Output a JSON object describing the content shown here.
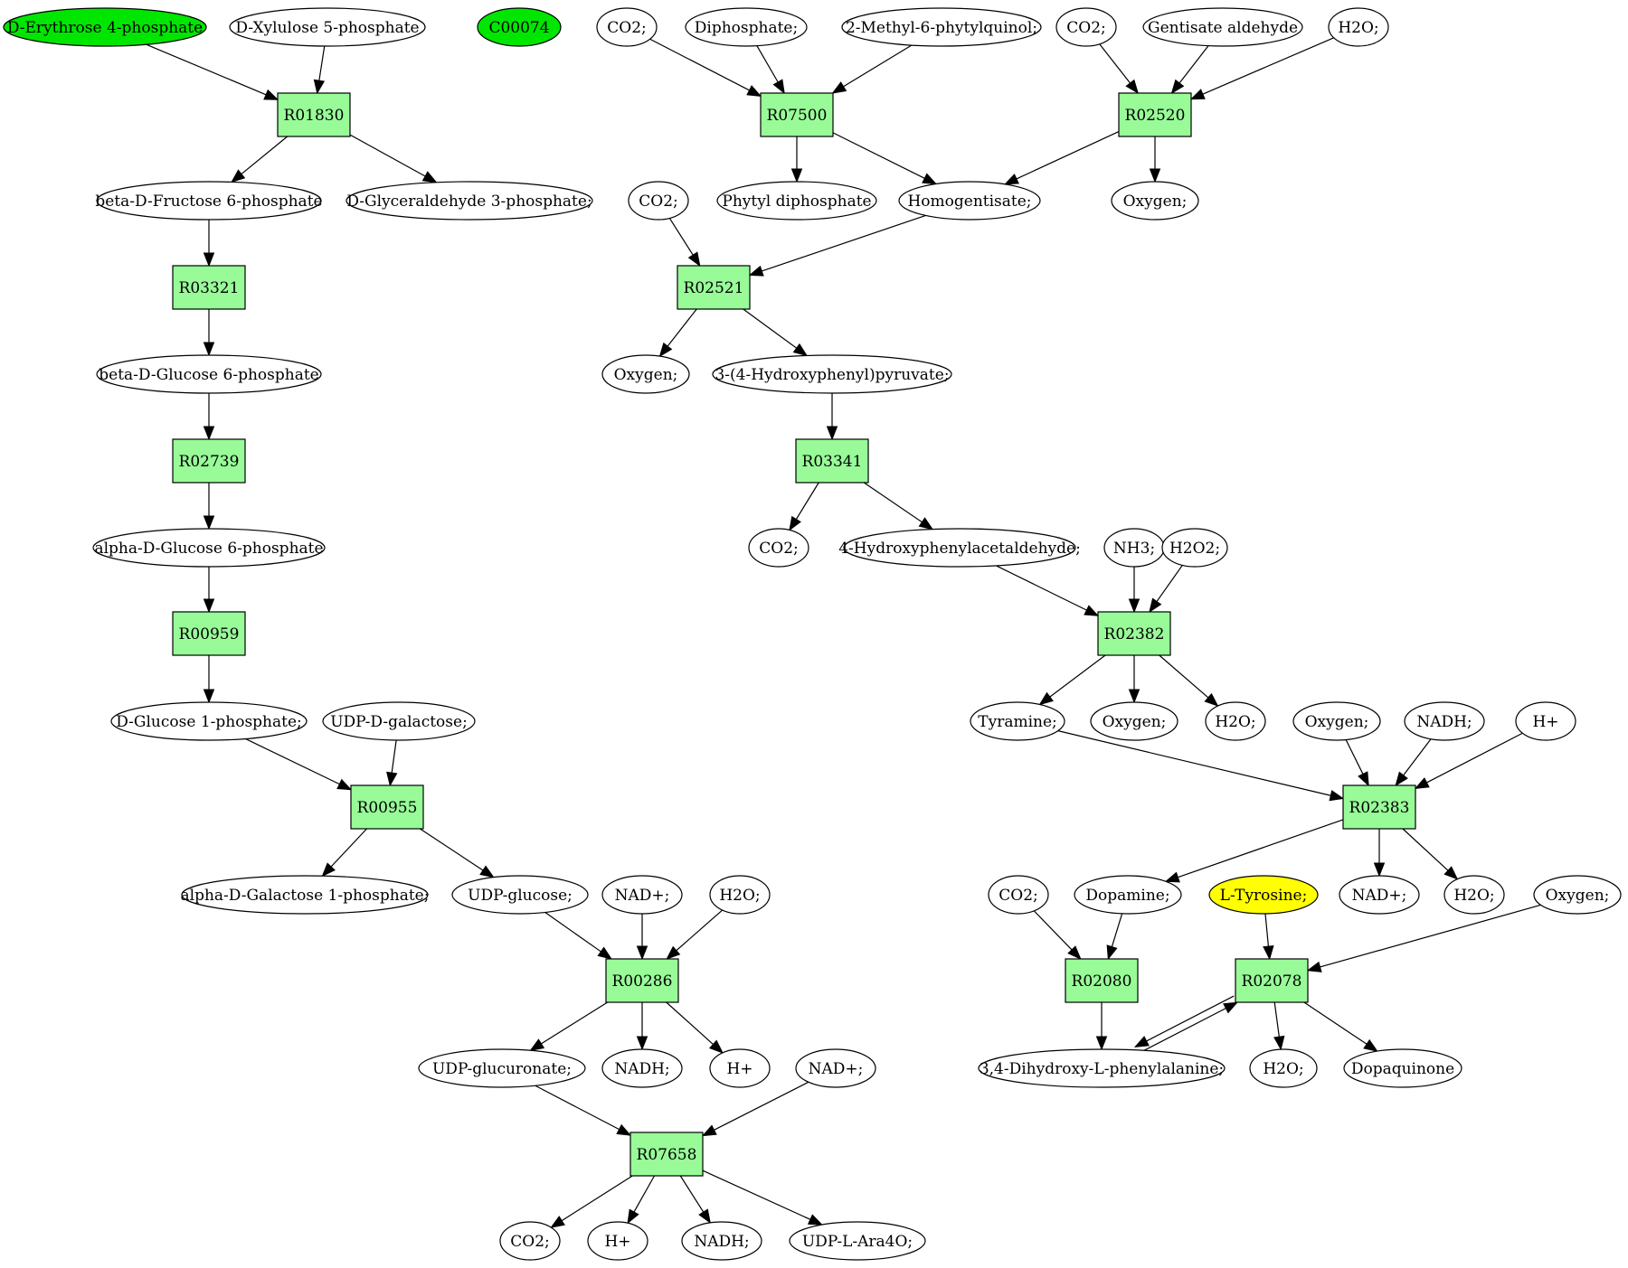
{
  "colors": {
    "reaction": "#98fb98",
    "compound": "#ffffff",
    "start_compound": "#00e600",
    "target_compound": "#ffff00"
  },
  "diagram": {
    "reactions": [
      {
        "id": "R01830",
        "label": "R01830"
      },
      {
        "id": "R03321",
        "label": "R03321"
      },
      {
        "id": "R02739",
        "label": "R02739"
      },
      {
        "id": "R00959",
        "label": "R00959"
      },
      {
        "id": "R00955",
        "label": "R00955"
      },
      {
        "id": "R00286",
        "label": "R00286"
      },
      {
        "id": "R07658",
        "label": "R07658"
      },
      {
        "id": "R07500",
        "label": "R07500"
      },
      {
        "id": "R02520",
        "label": "R02520"
      },
      {
        "id": "R02521",
        "label": "R02521"
      },
      {
        "id": "R03341",
        "label": "R03341"
      },
      {
        "id": "R02382",
        "label": "R02382"
      },
      {
        "id": "R02383",
        "label": "R02383"
      },
      {
        "id": "R02080",
        "label": "R02080"
      },
      {
        "id": "R02078",
        "label": "R02078"
      }
    ],
    "compounds": [
      {
        "id": "c_e4p",
        "label": "D-Erythrose 4-phosphate",
        "highlight": "start"
      },
      {
        "id": "c_x5p",
        "label": "D-Xylulose 5-phosphate"
      },
      {
        "id": "c_c00074",
        "label": "C00074",
        "highlight": "start"
      },
      {
        "id": "c_co2_a",
        "label": "CO2;"
      },
      {
        "id": "c_diphos",
        "label": "Diphosphate;"
      },
      {
        "id": "c_mpq",
        "label": "2-Methyl-6-phytylquinol;"
      },
      {
        "id": "c_co2_b",
        "label": "CO2;"
      },
      {
        "id": "c_gent",
        "label": "Gentisate aldehyde"
      },
      {
        "id": "c_h2o_a",
        "label": "H2O;"
      },
      {
        "id": "c_bf6p",
        "label": "beta-D-Fructose 6-phosphate"
      },
      {
        "id": "c_g3p",
        "label": "D-Glyceraldehyde 3-phosphate;"
      },
      {
        "id": "c_co2_c",
        "label": "CO2;"
      },
      {
        "id": "c_phytyl",
        "label": "Phytyl diphosphate"
      },
      {
        "id": "c_homog",
        "label": "Homogentisate;"
      },
      {
        "id": "c_o2_a",
        "label": "Oxygen;"
      },
      {
        "id": "c_bg6p",
        "label": "beta-D-Glucose 6-phosphate"
      },
      {
        "id": "c_o2_b",
        "label": "Oxygen;"
      },
      {
        "id": "c_hpp",
        "label": "3-(4-Hydroxyphenyl)pyruvate;"
      },
      {
        "id": "c_ag6p",
        "label": "alpha-D-Glucose 6-phosphate"
      },
      {
        "id": "c_co2_d",
        "label": "CO2;"
      },
      {
        "id": "c_hpa",
        "label": "4-Hydroxyphenylacetaldehyde;"
      },
      {
        "id": "c_nh3",
        "label": "NH3;"
      },
      {
        "id": "c_h2o2",
        "label": "H2O2;"
      },
      {
        "id": "c_g1p",
        "label": "D-Glucose 1-phosphate;"
      },
      {
        "id": "c_udpgal",
        "label": "UDP-D-galactose;"
      },
      {
        "id": "c_tyramine",
        "label": "Tyramine;"
      },
      {
        "id": "c_o2_c",
        "label": "Oxygen;"
      },
      {
        "id": "c_h2o_b",
        "label": "H2O;"
      },
      {
        "id": "c_o2_d",
        "label": "Oxygen;"
      },
      {
        "id": "c_nadh_a",
        "label": "NADH;"
      },
      {
        "id": "c_hplus_a",
        "label": "H+"
      },
      {
        "id": "c_agal1p",
        "label": "alpha-D-Galactose 1-phosphate;"
      },
      {
        "id": "c_udpglc",
        "label": "UDP-glucose;"
      },
      {
        "id": "c_nadp_a",
        "label": "NAD+;"
      },
      {
        "id": "c_h2o_c",
        "label": "H2O;"
      },
      {
        "id": "c_co2_e",
        "label": "CO2;"
      },
      {
        "id": "c_dopamine",
        "label": "Dopamine;"
      },
      {
        "id": "c_tyr",
        "label": "L-Tyrosine;",
        "highlight": "target"
      },
      {
        "id": "c_nadp_b",
        "label": "NAD+;"
      },
      {
        "id": "c_h2o_d",
        "label": "H2O;"
      },
      {
        "id": "c_o2_e",
        "label": "Oxygen;"
      },
      {
        "id": "c_udpglcu",
        "label": "UDP-glucuronate;"
      },
      {
        "id": "c_nadh_b",
        "label": "NADH;"
      },
      {
        "id": "c_hplus_b",
        "label": "H+"
      },
      {
        "id": "c_nadp_c",
        "label": "NAD+;"
      },
      {
        "id": "c_dopa",
        "label": "3,4-Dihydroxy-L-phenylalanine;"
      },
      {
        "id": "c_h2o_e",
        "label": "H2O;"
      },
      {
        "id": "c_dopaq",
        "label": "Dopaquinone"
      },
      {
        "id": "c_co2_f",
        "label": "CO2;"
      },
      {
        "id": "c_hplus_c",
        "label": "H+"
      },
      {
        "id": "c_nadh_c",
        "label": "NADH;"
      },
      {
        "id": "c_udpara",
        "label": "UDP-L-Ara4O;"
      }
    ],
    "edges": [
      [
        "c_e4p",
        "R01830"
      ],
      [
        "c_x5p",
        "R01830"
      ],
      [
        "R01830",
        "c_bf6p"
      ],
      [
        "R01830",
        "c_g3p"
      ],
      [
        "c_bf6p",
        "R03321"
      ],
      [
        "R03321",
        "c_bg6p"
      ],
      [
        "c_bg6p",
        "R02739"
      ],
      [
        "R02739",
        "c_ag6p"
      ],
      [
        "c_ag6p",
        "R00959"
      ],
      [
        "R00959",
        "c_g1p"
      ],
      [
        "c_g1p",
        "R00955"
      ],
      [
        "c_udpgal",
        "R00955"
      ],
      [
        "R00955",
        "c_agal1p"
      ],
      [
        "R00955",
        "c_udpglc"
      ],
      [
        "c_udpglc",
        "R00286"
      ],
      [
        "c_nadp_a",
        "R00286"
      ],
      [
        "c_h2o_c",
        "R00286"
      ],
      [
        "R00286",
        "c_udpglcu"
      ],
      [
        "R00286",
        "c_nadh_b"
      ],
      [
        "R00286",
        "c_hplus_b"
      ],
      [
        "c_udpglcu",
        "R07658"
      ],
      [
        "c_nadp_c",
        "R07658"
      ],
      [
        "R07658",
        "c_co2_f"
      ],
      [
        "R07658",
        "c_hplus_c"
      ],
      [
        "R07658",
        "c_nadh_c"
      ],
      [
        "R07658",
        "c_udpara"
      ],
      [
        "c_co2_a",
        "R07500"
      ],
      [
        "c_diphos",
        "R07500"
      ],
      [
        "c_mpq",
        "R07500"
      ],
      [
        "R07500",
        "c_phytyl"
      ],
      [
        "R07500",
        "c_homog"
      ],
      [
        "c_co2_b",
        "R02520"
      ],
      [
        "c_gent",
        "R02520"
      ],
      [
        "c_h2o_a",
        "R02520"
      ],
      [
        "R02520",
        "c_homog"
      ],
      [
        "R02520",
        "c_o2_a"
      ],
      [
        "c_co2_c",
        "R02521"
      ],
      [
        "c_homog",
        "R02521"
      ],
      [
        "R02521",
        "c_o2_b"
      ],
      [
        "R02521",
        "c_hpp"
      ],
      [
        "c_hpp",
        "R03341"
      ],
      [
        "R03341",
        "c_co2_d"
      ],
      [
        "R03341",
        "c_hpa"
      ],
      [
        "c_hpa",
        "R02382"
      ],
      [
        "c_nh3",
        "R02382"
      ],
      [
        "c_h2o2",
        "R02382"
      ],
      [
        "R02382",
        "c_tyramine"
      ],
      [
        "R02382",
        "c_o2_c"
      ],
      [
        "R02382",
        "c_h2o_b"
      ],
      [
        "c_tyramine",
        "R02383"
      ],
      [
        "c_o2_d",
        "R02383"
      ],
      [
        "c_nadh_a",
        "R02383"
      ],
      [
        "c_hplus_a",
        "R02383"
      ],
      [
        "R02383",
        "c_dopamine"
      ],
      [
        "R02383",
        "c_nadp_b"
      ],
      [
        "R02383",
        "c_h2o_d"
      ],
      [
        "c_co2_e",
        "R02080"
      ],
      [
        "c_dopamine",
        "R02080"
      ],
      [
        "R02080",
        "c_dopa"
      ],
      [
        "c_tyr",
        "R02078"
      ],
      [
        "c_o2_e",
        "R02078"
      ],
      [
        "c_dopa",
        "R02078"
      ],
      [
        "R02078",
        "c_dopa"
      ],
      [
        "R02078",
        "c_h2o_e"
      ],
      [
        "R02078",
        "c_dopaq"
      ]
    ]
  }
}
